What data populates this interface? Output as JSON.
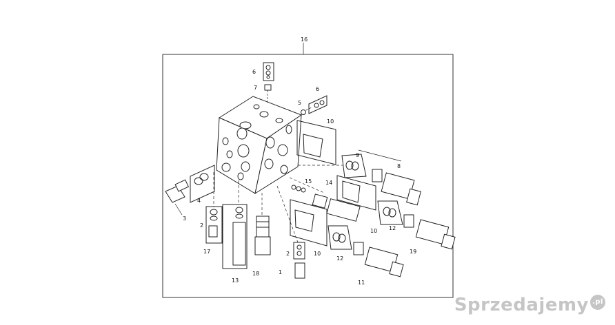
{
  "callouts": {
    "c16": "16",
    "c6a": "6",
    "c7": "7",
    "c5": "5",
    "c6b": "6",
    "c10a": "10",
    "c9": "9",
    "c8": "8",
    "c15": "15",
    "c14": "14",
    "c4": "4",
    "c3": "3",
    "c2a": "2",
    "c17": "17",
    "c13": "13",
    "c18": "18",
    "c2b": "2",
    "c1": "1",
    "c10b": "10",
    "c10c": "10",
    "c12a": "12",
    "c12b": "12",
    "c19": "19",
    "c11": "11"
  },
  "watermark": {
    "text": "Sprzedajemy",
    "suffix": ".pl"
  },
  "colors": {
    "line": "#222222",
    "frame": "#333333",
    "watermark": "#969696"
  }
}
